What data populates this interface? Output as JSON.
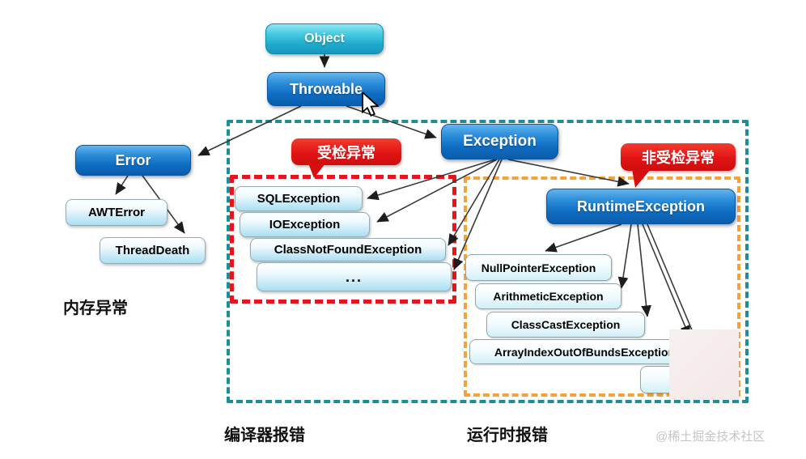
{
  "nodes": {
    "object": "Object",
    "throwable": "Throwable",
    "error": "Error",
    "exception": "Exception",
    "runtime_exception": "RuntimeException",
    "awt_error": "AWTError",
    "thread_death": "ThreadDeath",
    "sql_exception": "SQLException",
    "io_exception": "IOException",
    "class_not_found_exception": "ClassNotFoundException",
    "checked_ellipsis": "...",
    "null_pointer_exception": "NullPointerException",
    "arithmetic_exception": "ArithmeticException",
    "class_cast_exception": "ClassCastException",
    "array_index_exception": "ArrayIndexOutOfBundsException"
  },
  "callouts": {
    "checked": "受检异常",
    "unchecked": "非受检异常"
  },
  "captions": {
    "memory": "内存异常",
    "compiler": "编译器报错",
    "runtime": "运行时报错"
  },
  "watermark": "@稀土掘金技术社区",
  "colors": {
    "node_blue": "#0f6dc2",
    "node_cyan": "#1ea9cd",
    "light_node_fill": "#a9dff2",
    "callout_red": "#e11414",
    "container_teal": "#1b8e9a",
    "container_red": "#e8141b",
    "container_orange": "#f7a13a",
    "arrow": "#333333",
    "watermark_gray": "#c7c4c4"
  }
}
